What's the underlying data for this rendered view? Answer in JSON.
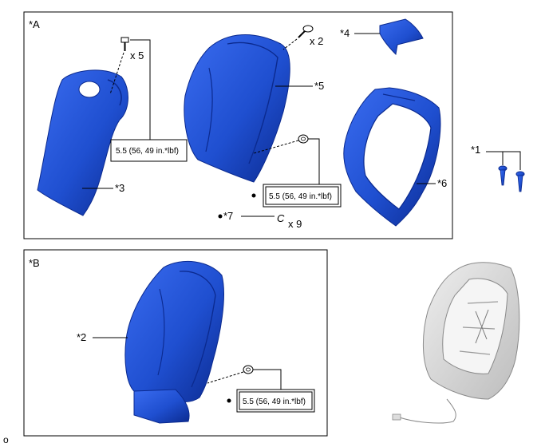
{
  "panel_a": {
    "label": "*A"
  },
  "panel_b": {
    "label": "*B"
  },
  "callouts": {
    "c1": "*1",
    "c2": "*2",
    "c3": "*3",
    "c4": "*4",
    "c5": "*5",
    "c6": "*6",
    "c7": "*7"
  },
  "quantities": {
    "screw_top": "x 2",
    "bolt_left": "x 5",
    "clip": "x 9"
  },
  "torque": {
    "left": "5.5 (56, 49 in.*lbf)",
    "center": "5.5 (56, 49 in.*lbf)",
    "bottom": "5.5 (56, 49 in.*lbf)"
  },
  "clip_symbol": "C",
  "corner_mark": "o",
  "colors": {
    "part_blue": "#1f4fd0",
    "part_dark": "#0b2a8f",
    "frame_gray": "#c9c9c9"
  }
}
